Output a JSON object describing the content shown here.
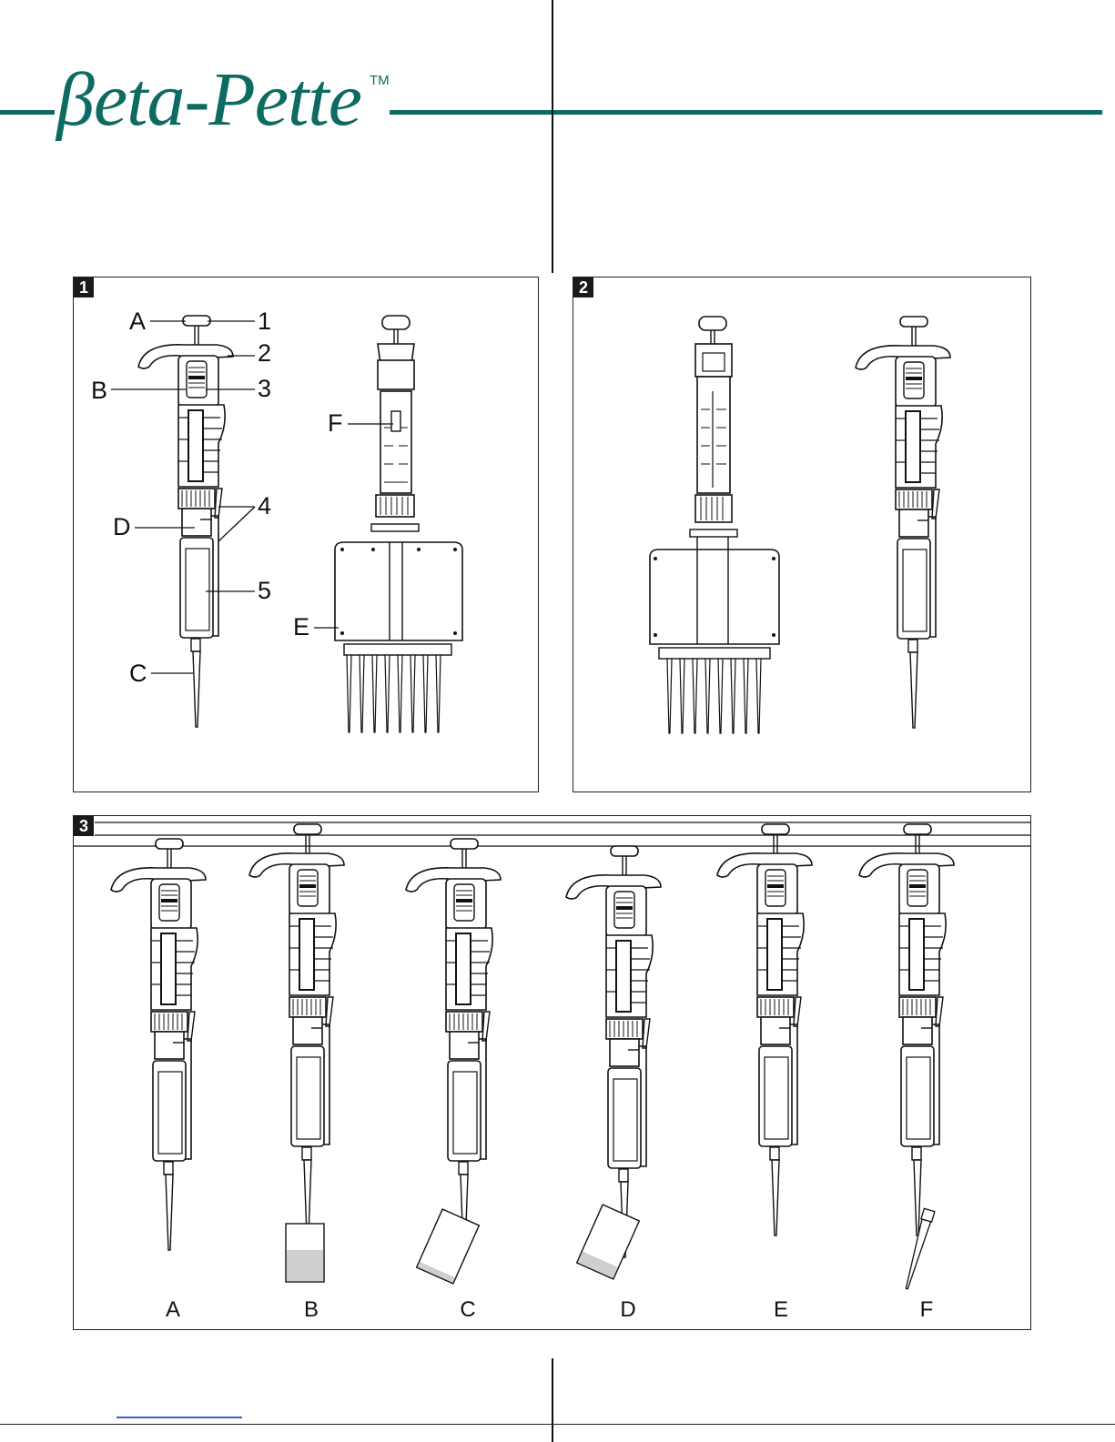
{
  "brand": {
    "name": "βeta-Pette",
    "trademark": "TM",
    "color": "#0d6b62"
  },
  "figure1": {
    "badge": "1",
    "part_letters": [
      "A",
      "B",
      "C",
      "D",
      "E",
      "F"
    ],
    "part_numbers": [
      "1",
      "2",
      "3",
      "4",
      "5"
    ]
  },
  "figure2": {
    "badge": "2"
  },
  "figure3": {
    "badge": "3",
    "steps": [
      "A",
      "B",
      "C",
      "D",
      "E",
      "F"
    ]
  }
}
